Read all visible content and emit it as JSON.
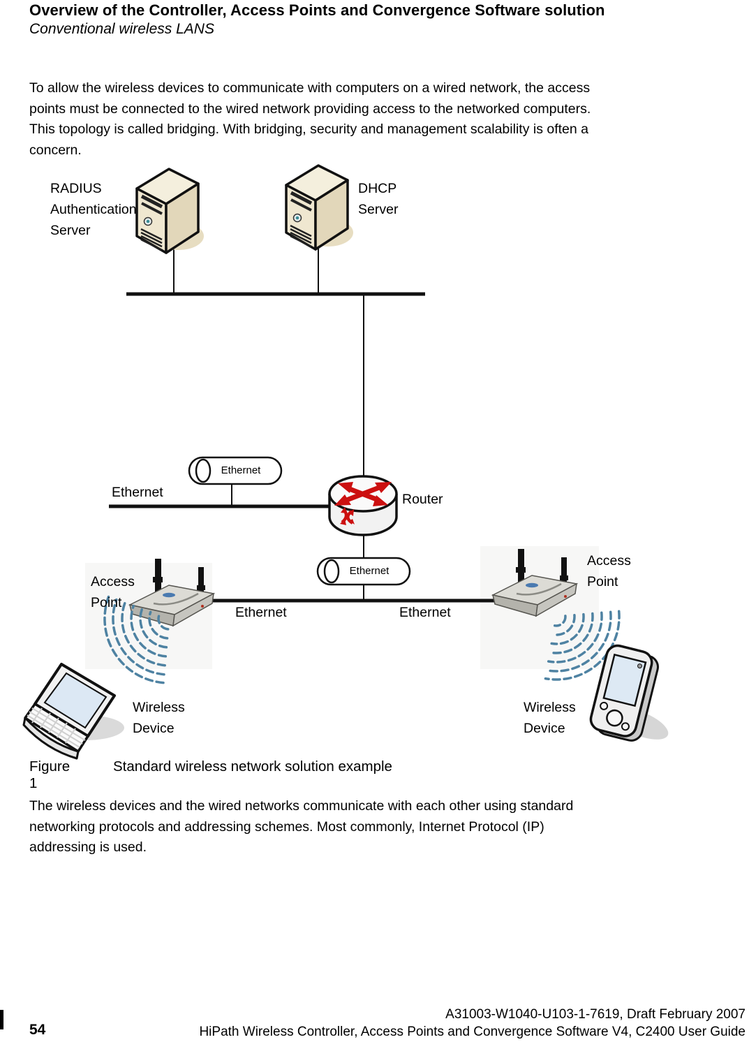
{
  "header": {
    "title": "Overview of the Controller, Access Points and Convergence Software solution",
    "subtitle": "Conventional wireless LANS"
  },
  "intro_paragraph": "To allow the wireless devices to communicate with computers on a wired network, the access\npoints must be connected to the wired network providing access to the networked computers.\nThis topology is called bridging. With bridging, security and management scalability is often a\nconcern.",
  "diagram": {
    "labels": {
      "radius_server": "RADIUS\nAuthentication\nServer",
      "dhcp_server": "DHCP\nServer",
      "ethernet_left": "Ethernet",
      "ethernet_cylinder_top": "Ethernet",
      "ethernet_cylinder_bottom": "Ethernet",
      "router": "Router",
      "access_point_left": "Access\nPoint",
      "access_point_right": "Access\nPoint",
      "ethernet_segment_left": "Ethernet",
      "ethernet_segment_right": "Ethernet",
      "wireless_device_left": "Wireless\nDevice",
      "wireless_device_right": "Wireless\nDevice"
    },
    "colors": {
      "line": "#111111",
      "server_front": "#efe7d0",
      "server_side": "#e2d7ba",
      "server_top": "#f4efdd",
      "router_arrows": "#cc1010",
      "wireless_signal": "#4e82a2",
      "device_screen": "#dce8f4"
    }
  },
  "figure_caption": {
    "label": "Figure 1",
    "text": "Standard wireless network solution example"
  },
  "closing_paragraph": "The wireless devices and the wired networks communicate with each other using standard\nnetworking protocols and addressing schemes. Most commonly, Internet Protocol (IP)\naddressing is used.",
  "footer": {
    "doc_ref": "A31003-W1040-U103-1-7619, Draft February 2007",
    "page_number": "54",
    "doc_title": "HiPath Wireless Controller, Access Points and Convergence Software V4, C2400 User Guide"
  }
}
